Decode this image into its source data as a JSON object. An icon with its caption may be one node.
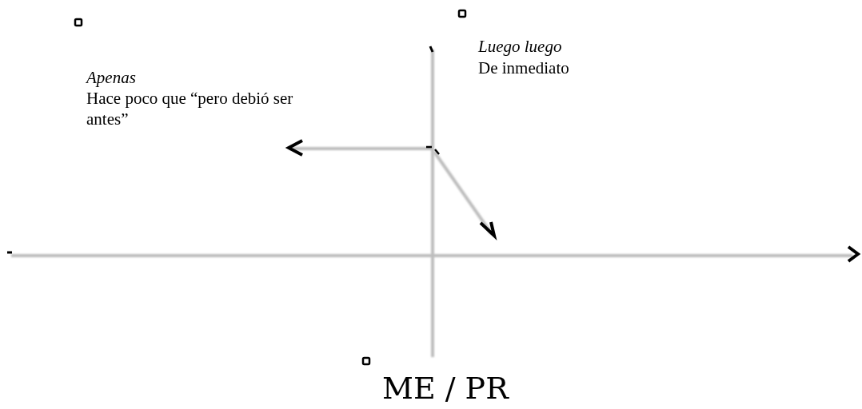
{
  "diagram": {
    "labels": [
      "Apenas",
      "Hace poco que “pero debió ser antes”",
      "Luego luego",
      "De inmediato",
      "ME / PR"
    ]
  }
}
